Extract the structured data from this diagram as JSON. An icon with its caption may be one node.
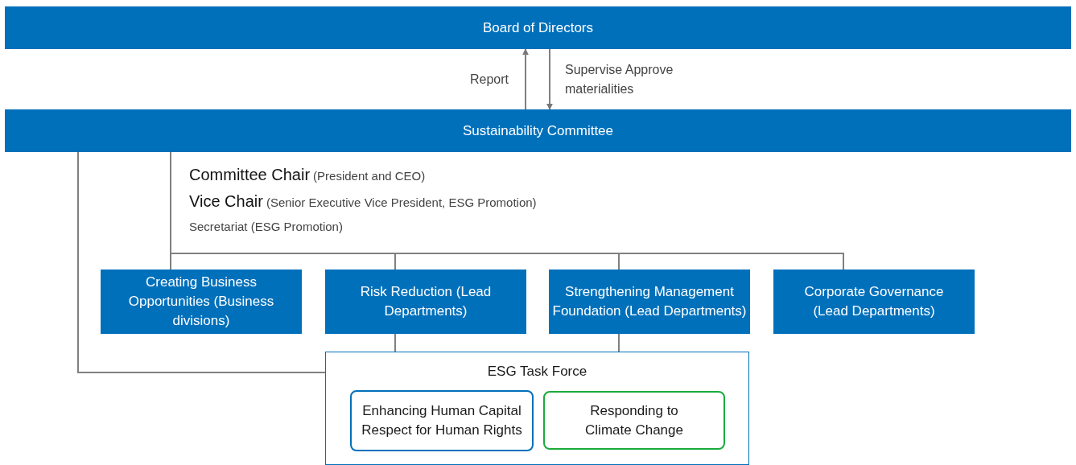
{
  "diagram": {
    "nodes": [
      {
        "text": [
          "Board of Directors"
        ]
      },
      {
        "text": [
          "Sustainability Committee"
        ]
      },
      {
        "text": [
          "Creating Business Opportunities (Business divisions)"
        ]
      },
      {
        "text": [
          "Risk Reduction (Lead Departments)"
        ]
      },
      {
        "text": [
          "Strengthening Management Foundation (Lead Departments)"
        ]
      },
      {
        "text": [
          "Corporate Governance (Lead Departments)"
        ]
      },
      {
        "text": [
          "ESG Task Force"
        ]
      },
      {
        "text": [
          "Enhancing Human Capital Respect for Human Rights"
        ],
        "in": 6
      },
      {
        "text": [
          "Responding to Climate Change"
        ],
        "in": 6
      }
    ],
    "edges": [
      {
        "from": 1,
        "to": 0,
        "arrow": "to",
        "label": "Report"
      },
      {
        "from": 0,
        "to": 1,
        "arrow": "to",
        "label": "Supervise Approve materialities"
      },
      {
        "from": 1,
        "to": 2,
        "arrow": "none"
      },
      {
        "from": 1,
        "to": 3,
        "arrow": "none"
      },
      {
        "from": 1,
        "to": 4,
        "arrow": "none"
      },
      {
        "from": 1,
        "to": 5,
        "arrow": "none"
      },
      {
        "from": 1,
        "to": 6,
        "arrow": "none"
      },
      {
        "from": 3,
        "to": 6,
        "arrow": "none"
      },
      {
        "from": 4,
        "to": 6,
        "arrow": "none"
      }
    ],
    "labels": [
      "Committee Chair",
      "(President and CEO)",
      "Vice Chair",
      "(Senior Executive Vice President, ESG Promotion)",
      "Secretariat (ESG Promotion)"
    ]
  }
}
